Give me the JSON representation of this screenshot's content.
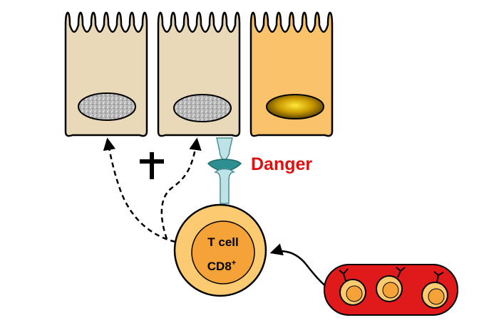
{
  "labels": {
    "danger": "Danger",
    "tcell_line1": "T cell",
    "tcell_line2": "CD8",
    "tcell_superscript": "+",
    "death_symbol": "†"
  },
  "colors": {
    "cell_dead_fill": "#ead9b8",
    "cell_live_fill": "#fac26b",
    "nucleus_dead": "#b8b8b8",
    "nucleus_live": "#d1a200",
    "danger_text": "#e01010",
    "tcell_outer": "#fcca70",
    "tcell_inner": "#f5a238",
    "vessel": "#e01a1a",
    "receptor_teal": "#2d8f8f",
    "receptor_light": "#bde3e6"
  },
  "icons": {
    "death": "dagger-cross-icon"
  }
}
